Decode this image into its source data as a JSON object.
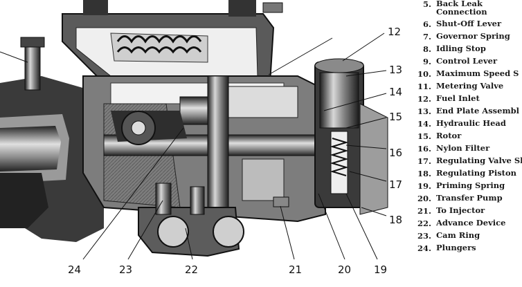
{
  "callouts": {
    "n12": "12",
    "n13": "13",
    "n14": "14",
    "n15": "15",
    "n16": "16",
    "n17": "17",
    "n18": "18",
    "n19": "19",
    "n20": "20",
    "n21": "21",
    "n22": "22",
    "n23": "23",
    "n24": "24"
  },
  "legend": [
    {
      "no": "5.",
      "text": "Back Leak Connection"
    },
    {
      "no": "6.",
      "text": "Shut-Off Lever"
    },
    {
      "no": "7.",
      "text": "Governor Spring"
    },
    {
      "no": "8.",
      "text": "Idling Stop"
    },
    {
      "no": "9.",
      "text": "Control Lever"
    },
    {
      "no": "10.",
      "text": "Maximum Speed S"
    },
    {
      "no": "11.",
      "text": "Metering Valve"
    },
    {
      "no": "12.",
      "text": "Fuel Inlet"
    },
    {
      "no": "13.",
      "text": "End Plate Assembl"
    },
    {
      "no": "14.",
      "text": "Hydraulic Head"
    },
    {
      "no": "15.",
      "text": "Rotor"
    },
    {
      "no": "16.",
      "text": "Nylon Filter"
    },
    {
      "no": "17.",
      "text": "Regulating Valve Sleeve"
    },
    {
      "no": "18.",
      "text": "Regulating Piston"
    },
    {
      "no": "19.",
      "text": "Priming Spring"
    },
    {
      "no": "20.",
      "text": "Transfer Pump"
    },
    {
      "no": "21.",
      "text": "To Injector"
    },
    {
      "no": "22.",
      "text": "Advance Device"
    },
    {
      "no": "23.",
      "text": "Cam Ring"
    },
    {
      "no": "24.",
      "text": "Plungers"
    }
  ]
}
